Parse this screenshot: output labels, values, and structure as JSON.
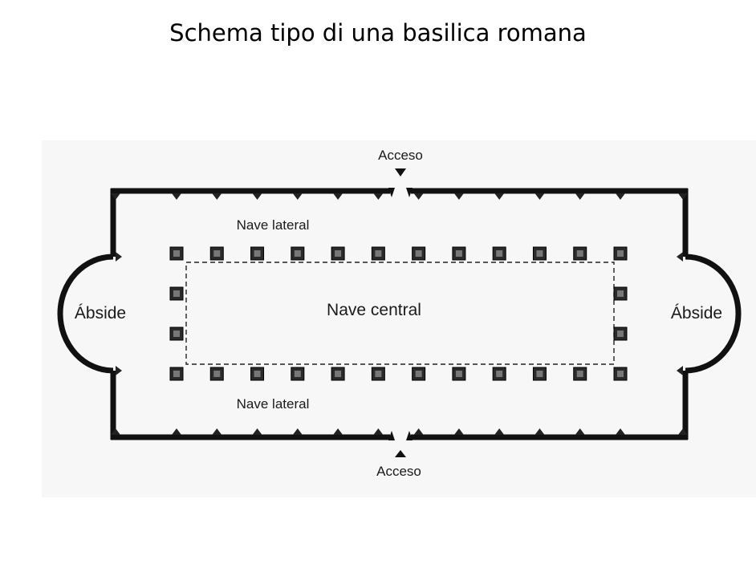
{
  "title": "Schema tipo di una basilica romana",
  "diagram": {
    "labels": {
      "entrance_top": "Acceso",
      "entrance_bottom": "Acceso",
      "aisle_top": "Nave lateral",
      "aisle_bottom": "Nave lateral",
      "nave": "Nave central",
      "apse_left": "Ábside",
      "apse_right": "Ábside"
    },
    "colonnade": {
      "columns_per_long_side": 12,
      "columns_per_short_side": 2
    }
  }
}
